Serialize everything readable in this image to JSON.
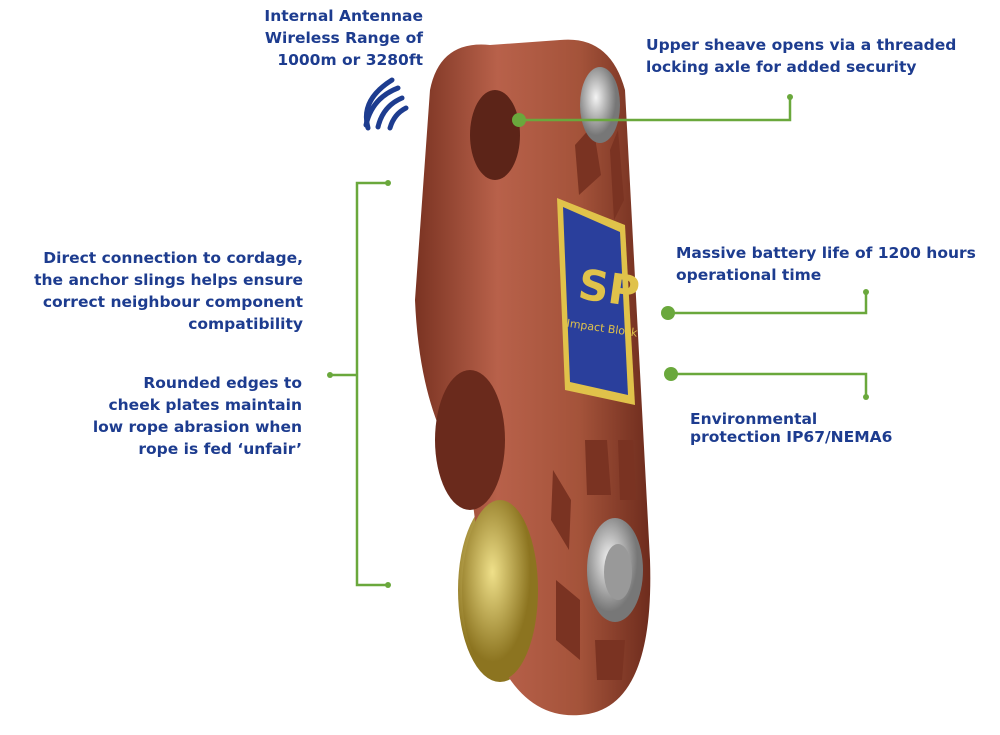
{
  "callouts": {
    "antenna": [
      "Internal Antennae",
      "Wireless Range of",
      "1000m or 3280ft"
    ],
    "sheave": [
      "Upper sheave opens via a threaded",
      "locking axle for added security"
    ],
    "cordage": [
      "Direct connection to cordage,",
      "the anchor slings helps ensure",
      "correct neighbour component",
      "compatibility"
    ],
    "edges": [
      "Rounded edges to",
      "cheek plates maintain",
      "low rope abrasion when",
      "rope is fed ‘unfair’"
    ],
    "battery": [
      "Massive battery life of 1200 hours",
      "operational time"
    ],
    "environment": [
      "Environmental",
      "protection IP67/NEMA6"
    ]
  },
  "product_label": {
    "logo": "SP",
    "name": "Impact Block"
  },
  "colors": {
    "text": "#1d3c8f",
    "line": "#6aa83c",
    "body": "#a5543a",
    "plate": "#2a3f9c",
    "gold": "#e0c24a"
  }
}
